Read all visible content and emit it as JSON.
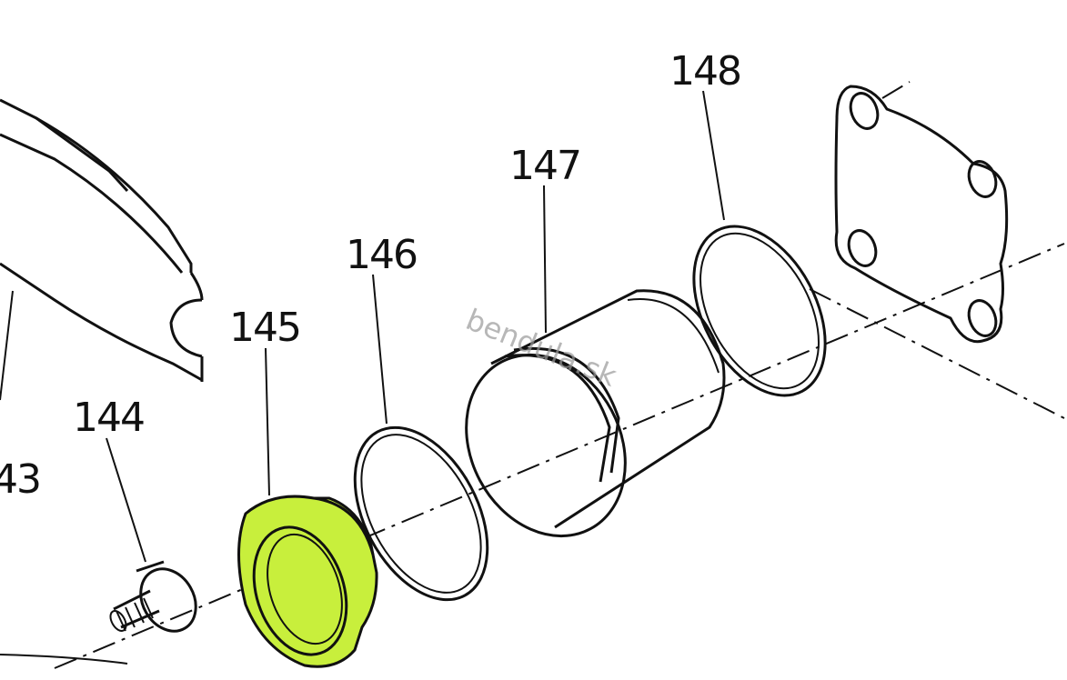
{
  "diagram": {
    "part_labels": {
      "p143": "43",
      "p144": "144",
      "p145": "145",
      "p146": "146",
      "p147": "147",
      "p148": "148"
    },
    "watermark": "bendula.sk",
    "highlight_color": "#c8ef3c",
    "line_color": "#111111"
  }
}
